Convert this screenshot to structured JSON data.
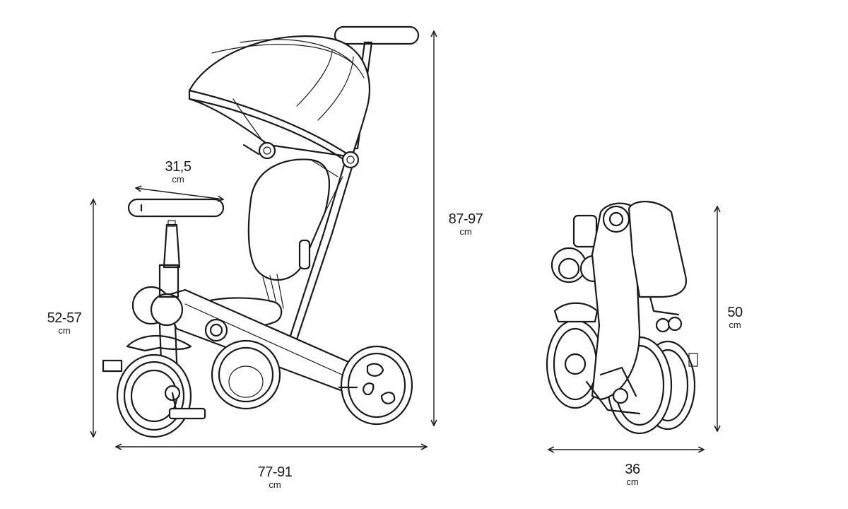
{
  "dimensions": {
    "handle_width": {
      "value": "31,5",
      "unit": "cm"
    },
    "seat_handle_height": {
      "value": "52-57",
      "unit": "cm"
    },
    "total_height": {
      "value": "87-97",
      "unit": "cm"
    },
    "total_length": {
      "value": "77-91",
      "unit": "cm"
    },
    "folded_height": {
      "value": "50",
      "unit": "cm"
    },
    "folded_width": {
      "value": "36",
      "unit": "cm"
    }
  },
  "colors": {
    "line": "#1a1a1a",
    "background": "#ffffff"
  }
}
